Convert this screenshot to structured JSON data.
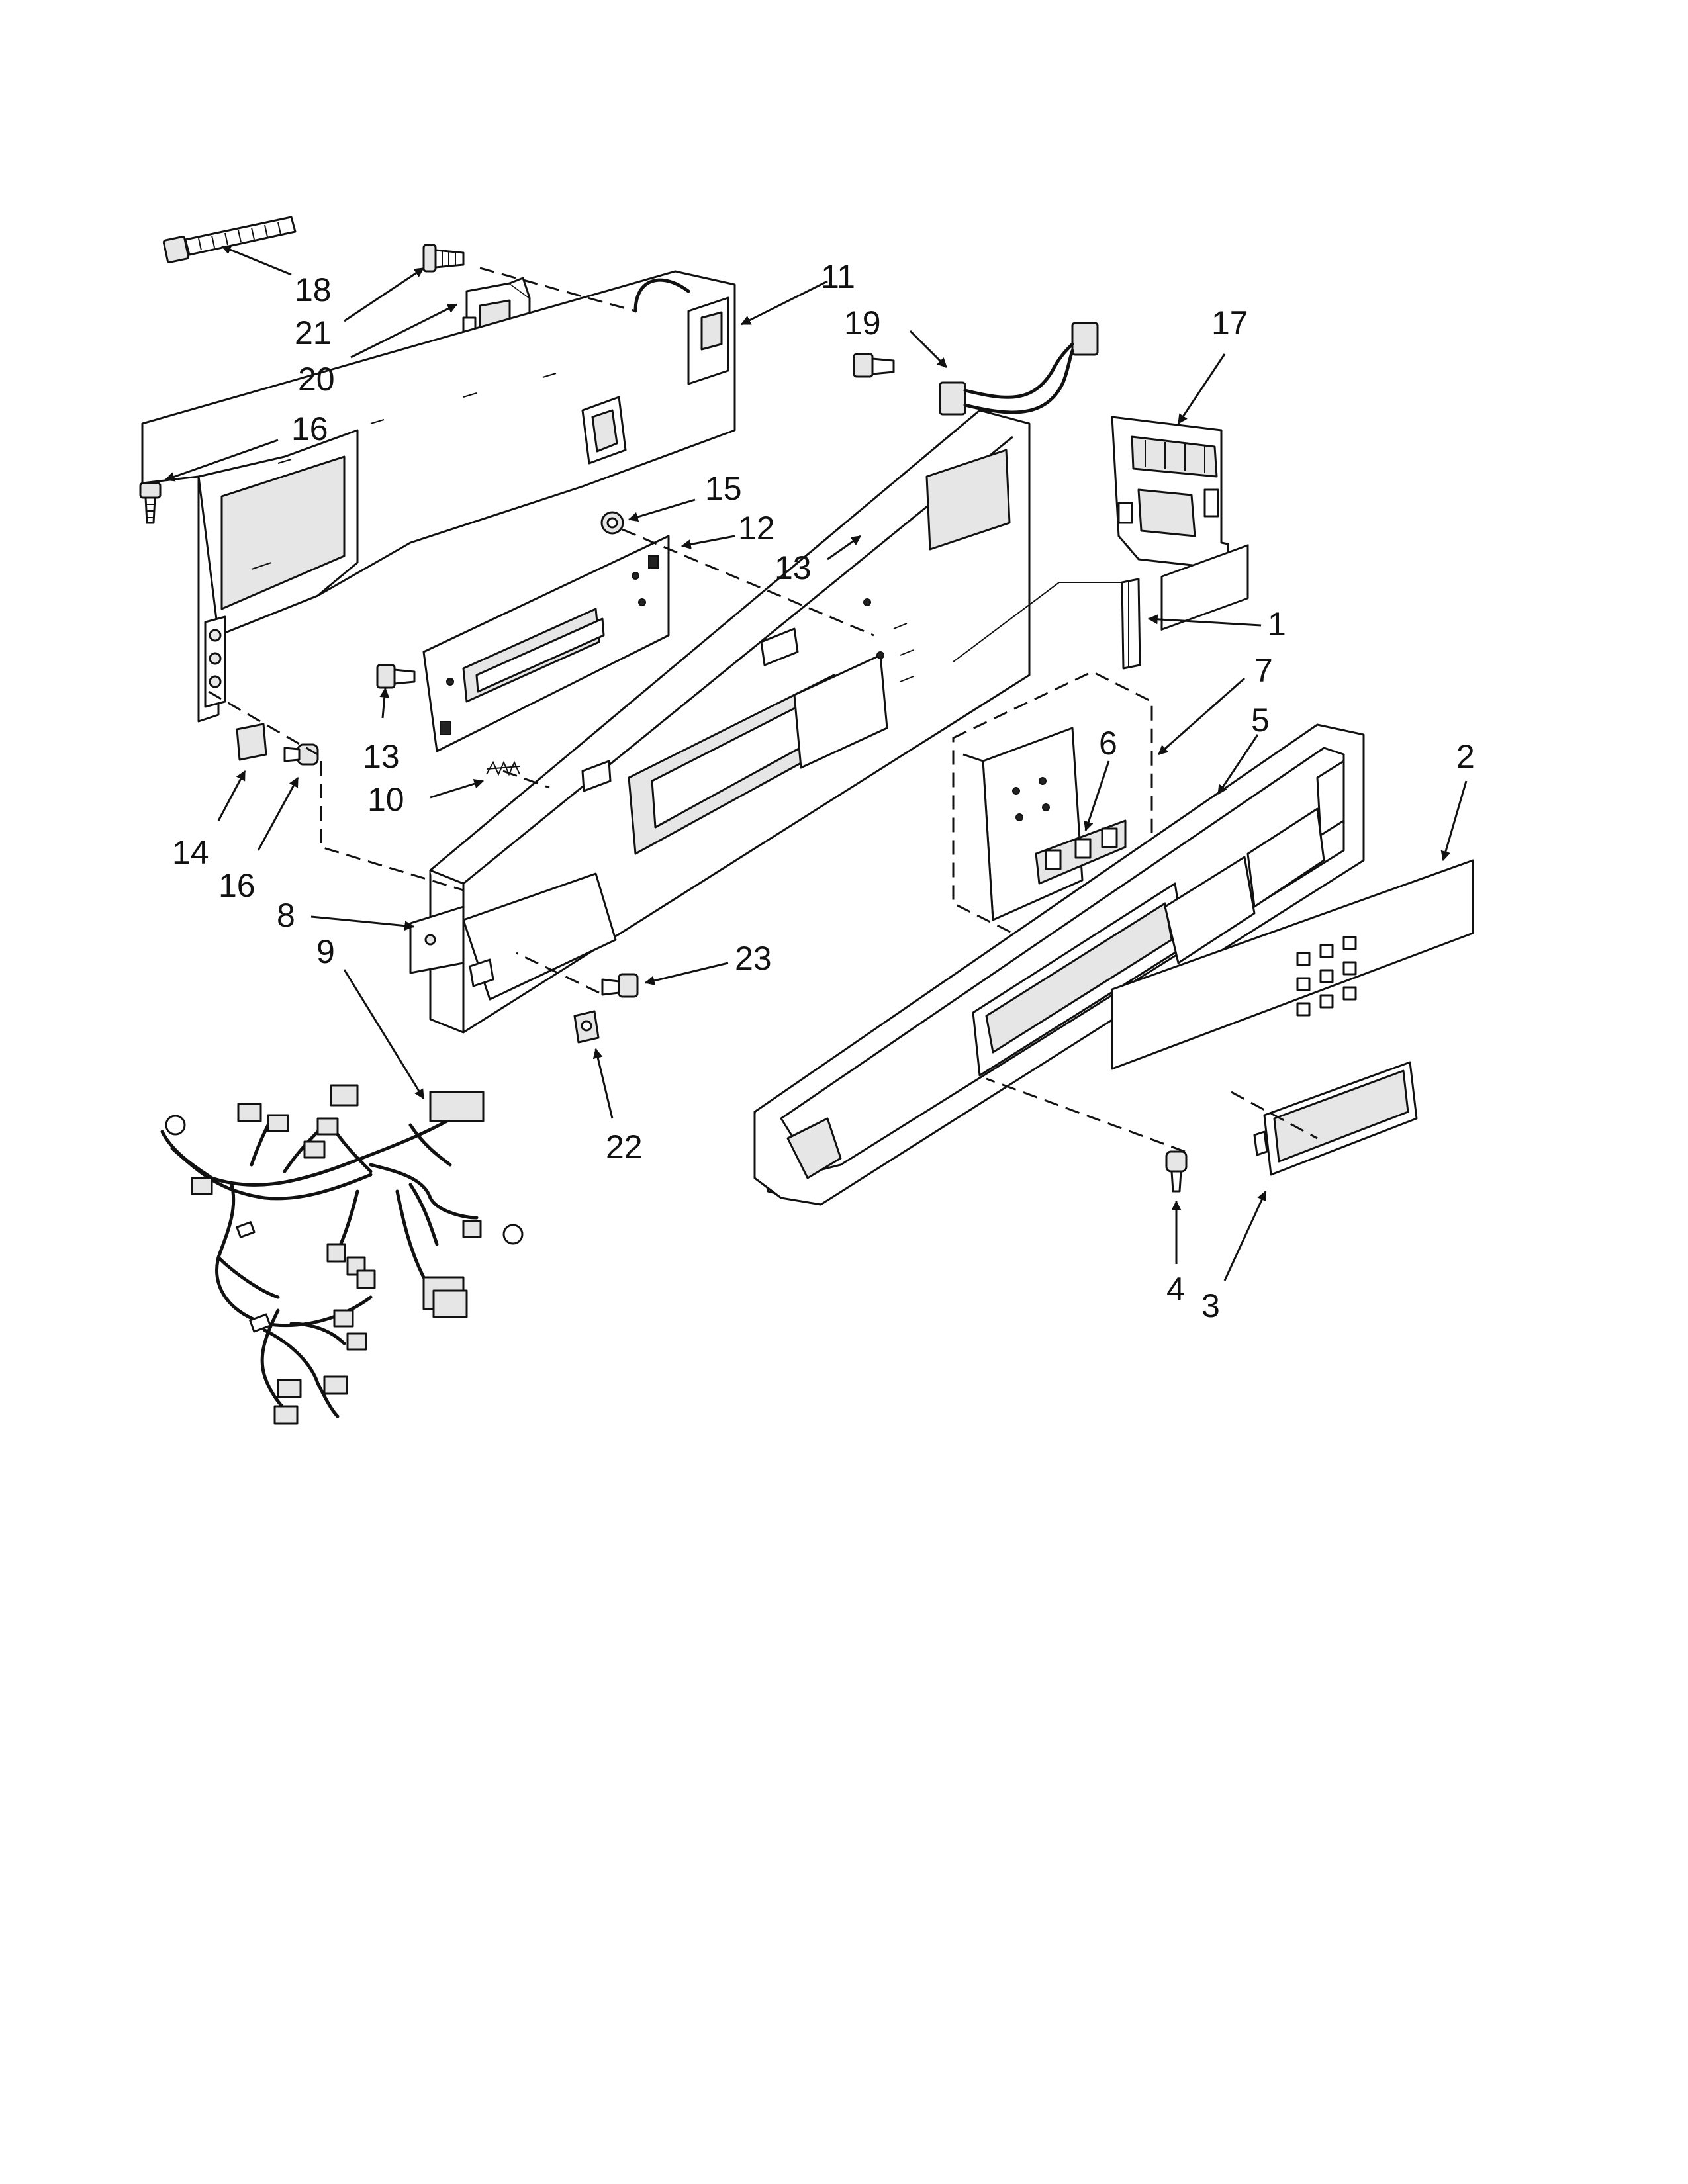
{
  "diagram": {
    "callouts": [
      {
        "id": "1",
        "label": "1"
      },
      {
        "id": "2",
        "label": "2"
      },
      {
        "id": "3",
        "label": "3"
      },
      {
        "id": "4",
        "label": "4"
      },
      {
        "id": "5",
        "label": "5"
      },
      {
        "id": "6",
        "label": "6"
      },
      {
        "id": "7",
        "label": "7"
      },
      {
        "id": "8",
        "label": "8"
      },
      {
        "id": "9",
        "label": "9"
      },
      {
        "id": "10",
        "label": "10"
      },
      {
        "id": "11",
        "label": "11"
      },
      {
        "id": "12",
        "label": "12"
      },
      {
        "id": "13a",
        "label": "13"
      },
      {
        "id": "13b",
        "label": "13"
      },
      {
        "id": "14",
        "label": "14"
      },
      {
        "id": "15",
        "label": "15"
      },
      {
        "id": "16a",
        "label": "16"
      },
      {
        "id": "16b",
        "label": "16"
      },
      {
        "id": "17",
        "label": "17"
      },
      {
        "id": "18",
        "label": "18"
      },
      {
        "id": "19",
        "label": "19"
      },
      {
        "id": "20",
        "label": "20"
      },
      {
        "id": "21",
        "label": "21"
      },
      {
        "id": "22",
        "label": "22"
      },
      {
        "id": "23",
        "label": "23"
      }
    ]
  }
}
